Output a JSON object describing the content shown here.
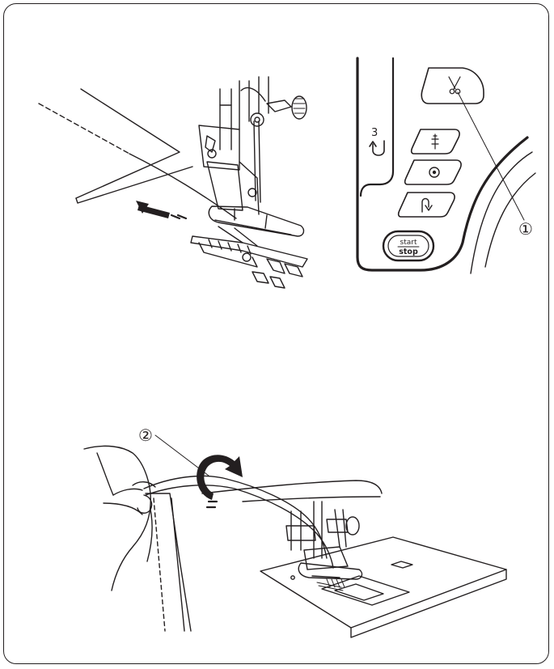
{
  "panel": {
    "reverse_count": "3",
    "start_label": "start",
    "stop_label": "stop"
  },
  "callouts": {
    "one": "①",
    "two": "②"
  },
  "colors": {
    "line": "#231f20",
    "paper": "#ffffff"
  },
  "icons": [
    "scissors-icon",
    "needle-up-down-icon",
    "lock-stitch-icon",
    "reverse-icon",
    "reverse-arrow-icon",
    "feed-direction-arrow-icon",
    "pull-direction-arrow-icon"
  ]
}
